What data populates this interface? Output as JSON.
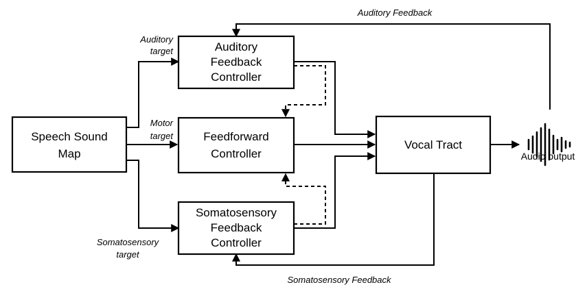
{
  "diagram": {
    "boxes": {
      "speech_sound_map": [
        "Speech Sound",
        "Map"
      ],
      "auditory_controller": [
        "Auditory",
        "Feedback",
        "Controller"
      ],
      "feedforward_controller": [
        "Feedforward",
        "Controller"
      ],
      "somatosensory_controller": [
        "Somatosensory",
        "Feedback",
        "Controller"
      ],
      "vocal_tract": [
        "Vocal Tract"
      ]
    },
    "labels": {
      "auditory_feedback": "Auditory Feedback",
      "auditory_target": [
        "Auditory",
        "target"
      ],
      "motor_target": [
        "Motor",
        "target"
      ],
      "somatosensory_target": [
        "Somatosensory",
        "target"
      ],
      "somatosensory_feedback": "Somatosensory Feedback",
      "audio_output": "Audio output"
    },
    "icons": {
      "audio_output": "sound-wave-icon"
    }
  }
}
